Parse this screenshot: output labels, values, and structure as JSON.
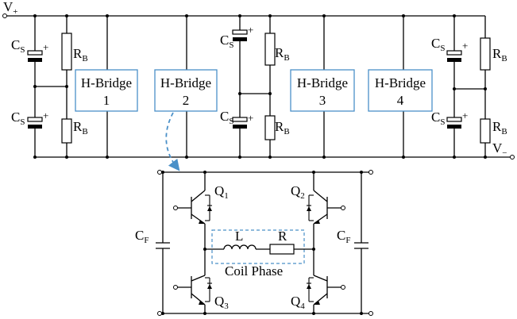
{
  "supply": {
    "vplus": "V",
    "vplus_sub": "+",
    "vminus": "V",
    "vminus_sub": "−"
  },
  "hbridges": [
    {
      "line1": "H-Bridge",
      "line2": "1"
    },
    {
      "line1": "H-Bridge",
      "line2": "2"
    },
    {
      "line1": "H-Bridge",
      "line2": "3"
    },
    {
      "line1": "H-Bridge",
      "line2": "4"
    }
  ],
  "components": {
    "cs": "C",
    "cs_sub": "S",
    "rb": "R",
    "rb_sub": "B",
    "cf": "C",
    "cf_sub": "F",
    "plus": "+",
    "inductor": "L",
    "resistor": "R",
    "coil_phase": "Coil Phase"
  },
  "transistors": [
    {
      "name": "Q",
      "sub": "1"
    },
    {
      "name": "Q",
      "sub": "2"
    },
    {
      "name": "Q",
      "sub": "3"
    },
    {
      "name": "Q",
      "sub": "4"
    }
  ],
  "colors": {
    "wire": "#000000",
    "box": "#4a90c8",
    "dashed": "#4a90c8",
    "arrow": "#4a90c8"
  }
}
